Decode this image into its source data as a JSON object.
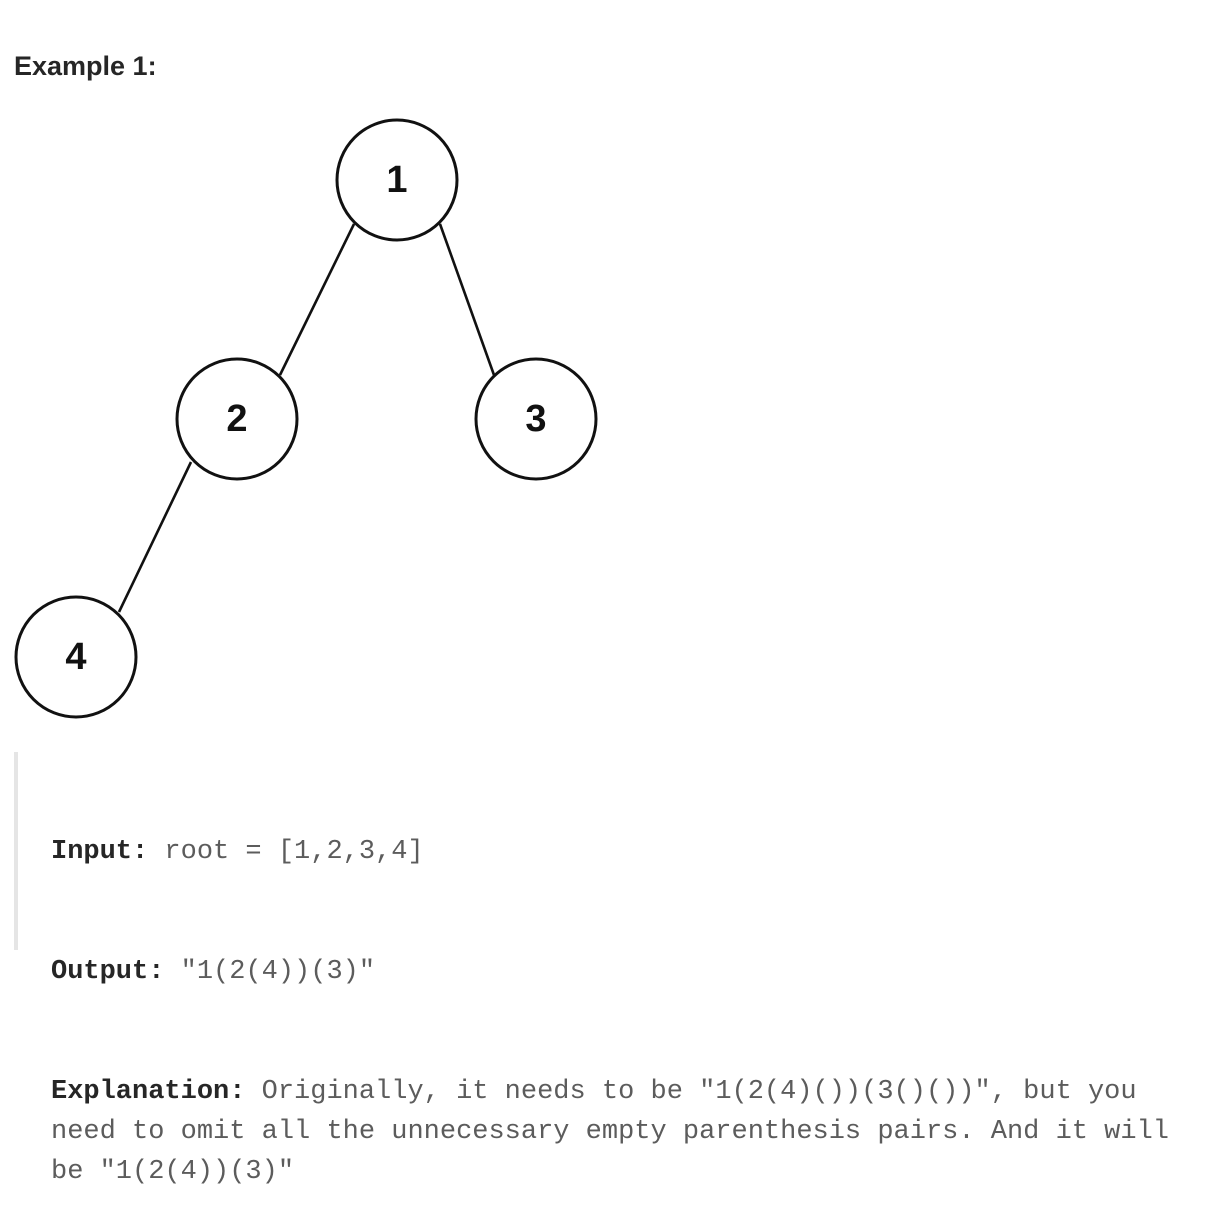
{
  "heading": "Example 1:",
  "tree": {
    "nodes": [
      {
        "id": "1",
        "label": "1"
      },
      {
        "id": "2",
        "label": "2"
      },
      {
        "id": "3",
        "label": "3"
      },
      {
        "id": "4",
        "label": "4"
      }
    ],
    "edges": [
      [
        "1",
        "2"
      ],
      [
        "1",
        "3"
      ],
      [
        "2",
        "4"
      ]
    ]
  },
  "example": {
    "input_label": "Input:",
    "input_value": " root = [1,2,3,4]",
    "output_label": "Output:",
    "output_value": " \"1(2(4))(3)\"",
    "explanation_label": "Explanation:",
    "explanation_value": " Originally, it needs to be \"1(2(4)())(3()())\", but you need to omit all the unnecessary empty parenthesis pairs. And it will be \"1(2(4))(3)\""
  }
}
